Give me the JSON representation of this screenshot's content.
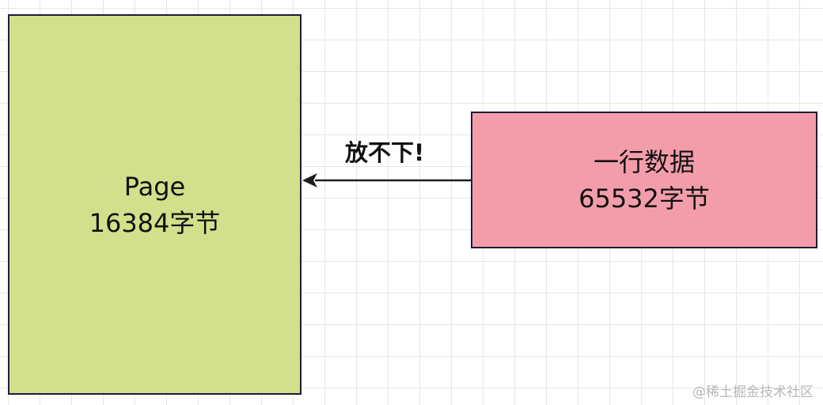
{
  "page_block": {
    "title": "Page",
    "size": "16384字节",
    "fill": "#d2e08c"
  },
  "row_block": {
    "title": "一行数据",
    "size": "65532字节",
    "fill": "#f49daa"
  },
  "arrow": {
    "label": "放不下!",
    "color": "#1c1c1c"
  },
  "watermark": "@稀土掘金技术社区"
}
